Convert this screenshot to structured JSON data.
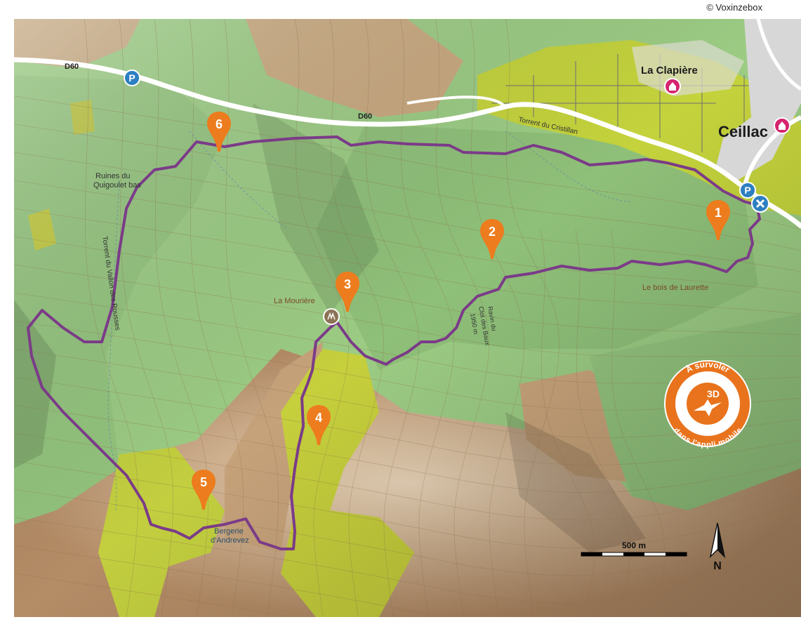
{
  "credit": "© Voxinzebox",
  "places": {
    "la_clapiere": "La Clapière",
    "ceillac": "Ceillac",
    "ruines_line1": "Ruines du",
    "ruines_line2": "Quigoulet bas",
    "la_mouriere": "La Mourière",
    "bois": "Le bois de Laurette",
    "bergerie_line1": "Bergerie",
    "bergerie_line2": "d'Andrevez",
    "cristillan": "Torrent du Cristillan",
    "vallon": "Torrent du Vallon des Rousses",
    "ravin_line1": "Ravin du",
    "ravin_line2": "Clot des Baux",
    "ravin_line3": "1950 m"
  },
  "roads": {
    "d60_west": "D60",
    "d60_center": "D60"
  },
  "waypoints": [
    {
      "id": "1",
      "label": "1"
    },
    {
      "id": "2",
      "label": "2"
    },
    {
      "id": "3",
      "label": "3"
    },
    {
      "id": "4",
      "label": "4"
    },
    {
      "id": "5",
      "label": "5"
    },
    {
      "id": "6",
      "label": "6"
    }
  ],
  "parking_symbol": "P",
  "badge": {
    "top_text": "À survoler",
    "center_text": "3D",
    "bottom_text": "dans l'appli mobile"
  },
  "scale": {
    "label": "500 m"
  },
  "north": {
    "label": "N"
  },
  "colors": {
    "route": "#7b3b88",
    "marker": "#ec7c1d",
    "forest": "#8fc079",
    "meadow": "#c3cf3a",
    "rock": "#c9a77e",
    "church": "#d6246e",
    "parking": "#2d7fc1"
  },
  "icons": {
    "parking": "parking-icon",
    "start": "start-cross-icon",
    "church": "church-icon",
    "viewpoint": "viewpoint-icon",
    "north": "north-arrow-icon"
  }
}
